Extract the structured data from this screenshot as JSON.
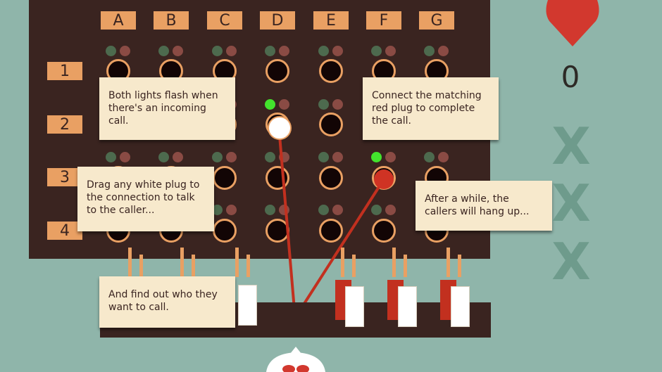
{
  "board": {
    "columns": [
      "A",
      "B",
      "C",
      "D",
      "E",
      "F",
      "G"
    ],
    "rows": [
      "1",
      "2",
      "3",
      "4"
    ]
  },
  "tips": {
    "flash": "Both lights flash when there's an incoming call.",
    "connect": "Connect the matching red plug to complete the call.",
    "drag": "Drag any white plug to the connection to talk to the caller...",
    "hangup": "After a while, the callers will hang up...",
    "find": "And find out who they want to call."
  },
  "hud": {
    "score": "0",
    "strikes": [
      "X",
      "X",
      "X"
    ],
    "heart_icon": "heart-icon"
  },
  "colors": {
    "board": "#3a2420",
    "label": "#e9a063",
    "lit_green": "#43e32d",
    "plug_red": "#cf3324",
    "cord": "#c2301f"
  }
}
